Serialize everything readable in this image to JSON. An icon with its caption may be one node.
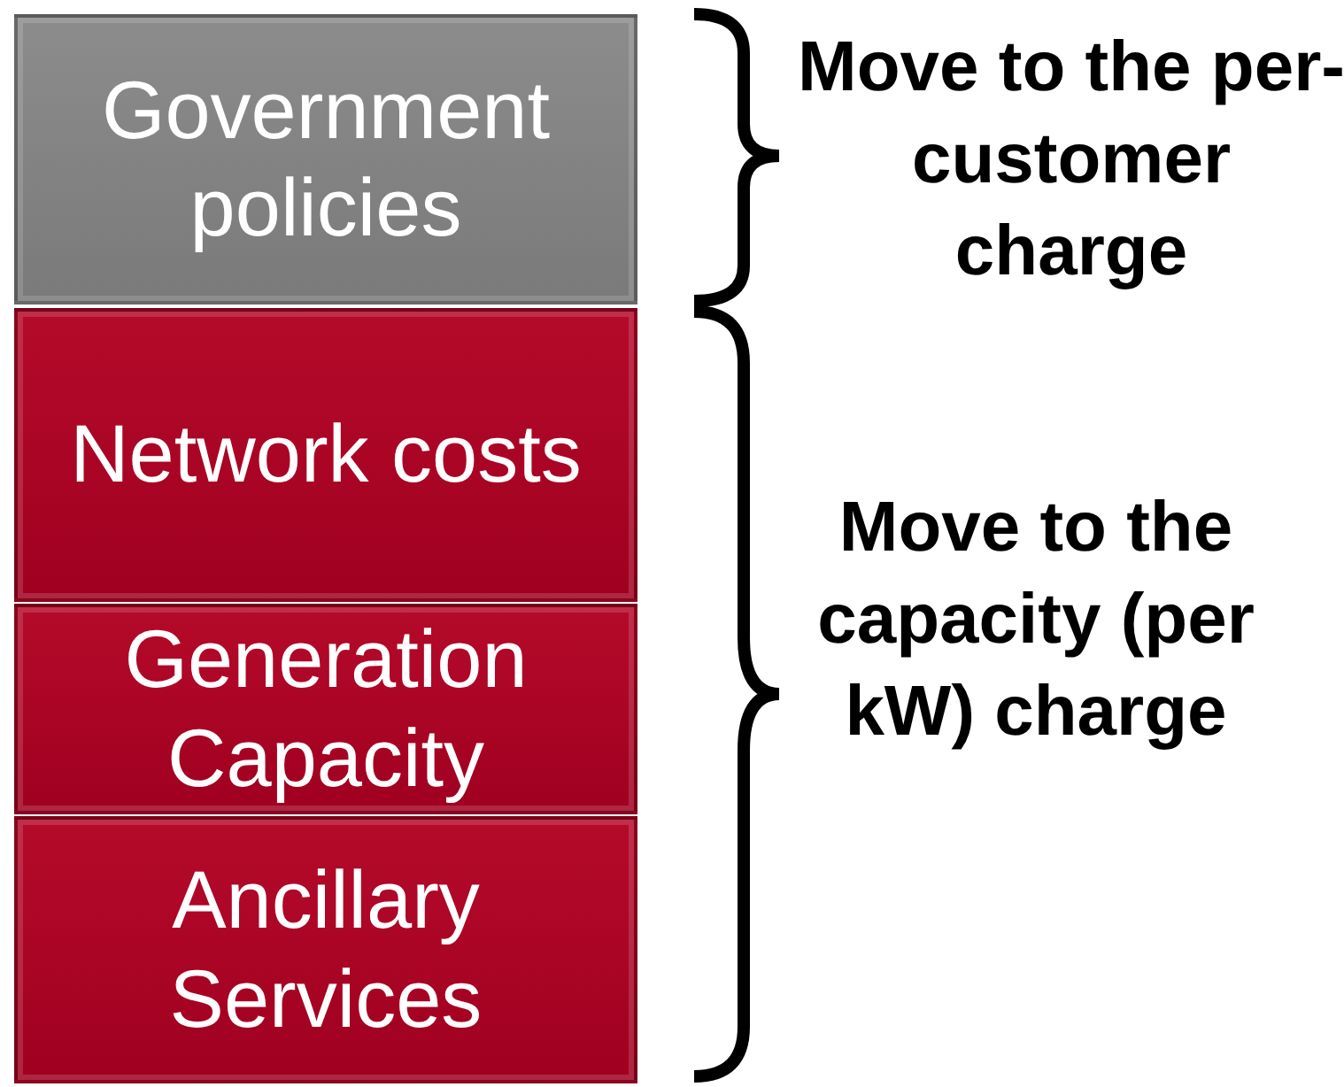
{
  "diagram": {
    "nodes": [
      {
        "text": [
          "Government policies"
        ]
      },
      {
        "text": [
          "Network costs"
        ]
      },
      {
        "text": [
          "Generation Capacity"
        ]
      },
      {
        "text": [
          "Ancillary Services"
        ]
      }
    ],
    "labels": [
      "Move to the per-customer charge",
      "Move to the capacity (per kW) charge"
    ]
  }
}
